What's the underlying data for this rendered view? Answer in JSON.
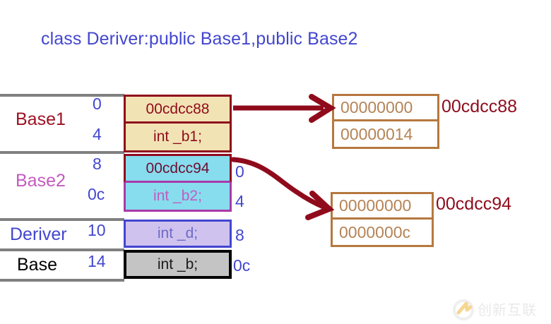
{
  "title": "class Deriver:public Base1,public Base2",
  "object_layout": {
    "class_labels": [
      {
        "name": "Base1",
        "color": "#9e1122"
      },
      {
        "name": "Base2",
        "color": "#c35bbf"
      },
      {
        "name": "Deriver",
        "color": "#4246cf"
      },
      {
        "name": "Base",
        "color": "#000000"
      }
    ],
    "left_offsets": [
      "0",
      "4",
      "8",
      "0c",
      "10",
      "14"
    ],
    "right_offsets": [
      "0",
      "4",
      "8",
      "0c"
    ],
    "rows": [
      {
        "text": "00cdcc88",
        "kind": "vptr",
        "owner": "Base1"
      },
      {
        "text": "int _b1;",
        "kind": "member",
        "owner": "Base1"
      },
      {
        "text": "00cdcc94",
        "kind": "vptr",
        "owner": "Base2"
      },
      {
        "text": "int _b2;",
        "kind": "member",
        "owner": "Base2"
      },
      {
        "text": "int _d;",
        "kind": "member",
        "owner": "Deriver"
      },
      {
        "text": "int _b;",
        "kind": "member",
        "owner": "Base"
      }
    ]
  },
  "vtables": [
    {
      "address_label": "00cdcc88",
      "entries": [
        "00000000",
        "00000014"
      ]
    },
    {
      "address_label": "00cdcc94",
      "entries": [
        "00000000",
        "0000000c"
      ]
    }
  ],
  "watermark": {
    "text": "创新互联"
  },
  "colors": {
    "title": "#4246cf",
    "base1_fill": "#f2e3b4",
    "base1_border": "#8f0b1c",
    "base2_fill": "#87dcee",
    "base2_border": "#a93aa8",
    "deriver_fill": "#cfc2ef",
    "deriver_border": "#4246cf",
    "base_fill": "#c4c4c4",
    "base_border": "#000000",
    "vtable_border": "#b5783e",
    "vtable_text": "#b58355",
    "arrow": "#8f0b1c",
    "offset_text": "#4246cf",
    "separator": "#808080"
  }
}
